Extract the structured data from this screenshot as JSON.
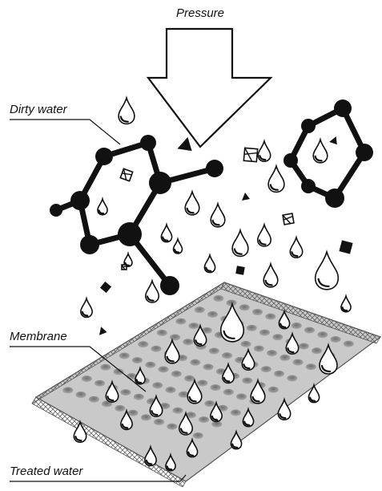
{
  "labels": {
    "pressure": "Pressure",
    "dirty_water": "Dirty water",
    "membrane": "Membrane",
    "treated_water": "Treated water"
  },
  "colors": {
    "ink": "#111111",
    "membrane_fill": "#c9c9c9",
    "membrane_dark": "#8a8a8a",
    "background": "#ffffff"
  },
  "icons": {
    "arrow": "pressure-arrow-icon",
    "molecule": "molecule-icon",
    "droplet": "water-droplet-icon",
    "particle": "dirt-particle-icon",
    "membrane": "membrane-sheet-icon"
  }
}
